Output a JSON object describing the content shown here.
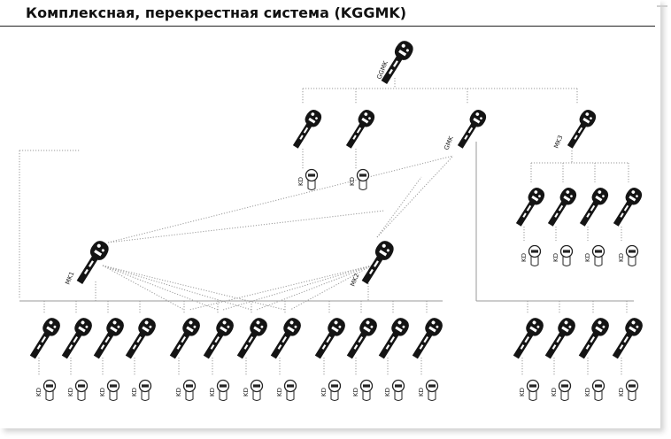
{
  "title": "Комплексная, перекрестная система (KGGMK)",
  "colors": {
    "key": "#141414",
    "line": "#9a9a9a",
    "cylinder": "#222222"
  },
  "tree": {
    "root": {
      "label": "GGMK"
    },
    "level1": [
      {
        "label": "",
        "cylinders": [
          "KD"
        ]
      },
      {
        "label": "",
        "cylinders": [
          "KD"
        ]
      },
      {
        "label": "GMK"
      },
      {
        "label": "MK3",
        "keys": 4,
        "cylinder_label": "KD"
      }
    ],
    "master_keys": [
      {
        "label": "MK1",
        "keys": 4,
        "cylinder_label": "KD"
      },
      {
        "label": "MK2",
        "keys": 4,
        "cylinder_label": "KD"
      }
    ],
    "cross_group": {
      "keys": 4,
      "cylinder_label": "KD"
    },
    "side_group": {
      "keys": 4,
      "cylinder_label": "KD"
    }
  }
}
